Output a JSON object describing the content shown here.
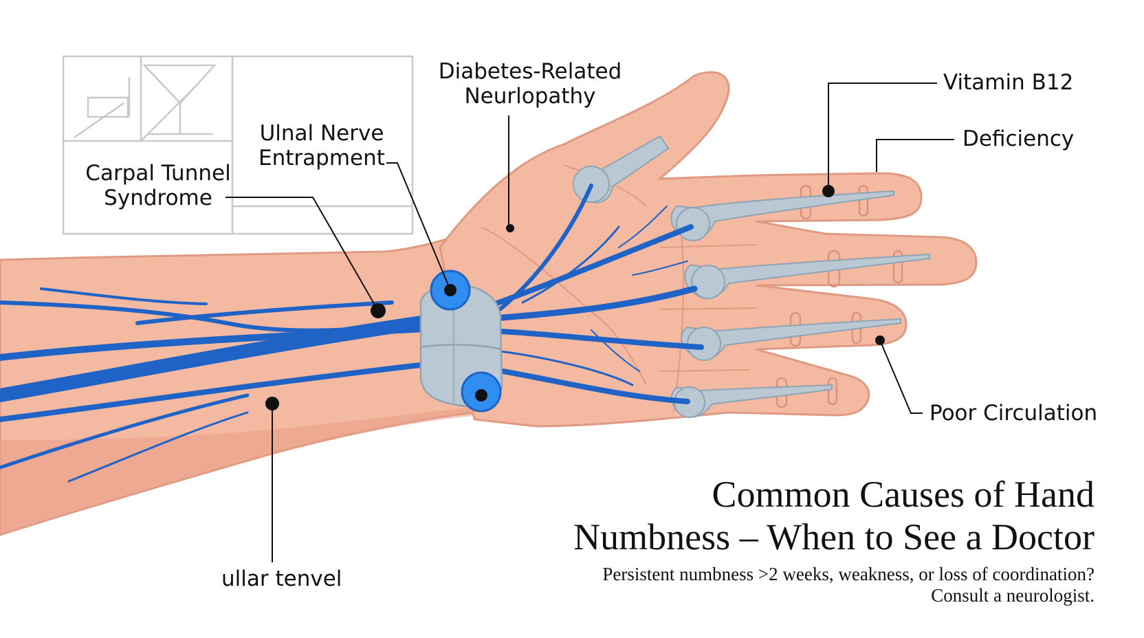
{
  "labels": {
    "carpal_tunnel": "Carpal Tunnel\nSyndrome",
    "ulnar_nerve": "Ulnal Nerve\nEntrapment",
    "diabetes": "Diabetes-Related\nNeurlopathy",
    "vitamin_b12": "Vitamin B12",
    "deficiency": "Deficiency",
    "poor_circulation": "Poor Circulation",
    "ulnar_tunnel": "ullar tenvel"
  },
  "title": {
    "line1": "Common Causes of Hand",
    "line2": "Numbness – When to See a Doctor"
  },
  "subtitle": {
    "line1": "Persistent numbness >2 weeks, weakness, or loss of coordination?",
    "line2": "Consult a neurologist."
  },
  "colors": {
    "skin": "#f4b9a1",
    "skin_shadow": "#e89c86",
    "nerve": "#1f63c7",
    "bone": "#b9c8d3",
    "accent_blue": "#2f8ef0"
  }
}
